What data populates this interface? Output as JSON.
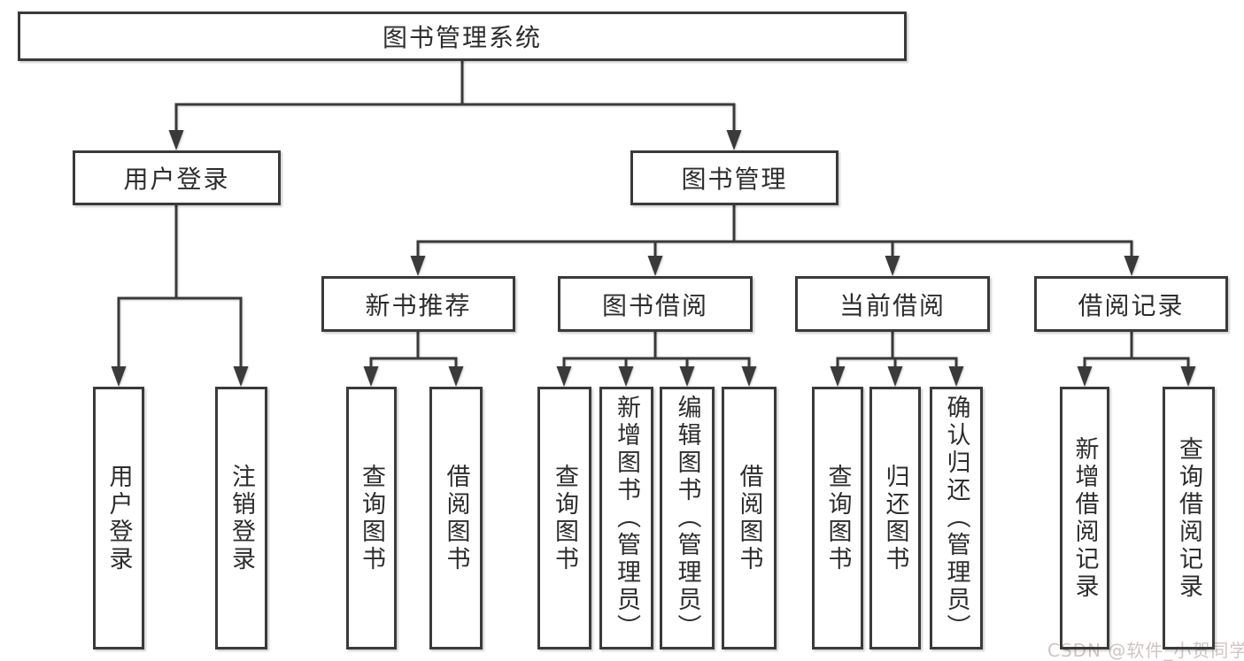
{
  "title": "图书管理系统",
  "nodes": {
    "root": "图书管理系统",
    "user_login": "用户登录",
    "book_mgmt": "图书管理",
    "new_book_rec": "新书推荐",
    "book_borrow": "图书借阅",
    "current_borrow": "当前借阅",
    "borrow_record": "借阅记录",
    "ul_login": "用户登录",
    "ul_logout": "注销登录",
    "nb_query": "查询图书",
    "nb_borrow": "借阅图书",
    "bb_query": "查询图书",
    "bb_add": "新增图书（管理员）",
    "bb_edit": "编辑图书（管理员）",
    "bb_borrow": "借阅图书",
    "cb_query": "查询图书",
    "cb_return": "归还图书",
    "cb_confirm": "确认归还（管理员）",
    "br_add": "新增借阅记录",
    "br_query": "查询借阅记录"
  },
  "hierarchy": {
    "图书管理系统": {
      "用户登录": [
        "用户登录",
        "注销登录"
      ],
      "图书管理": {
        "新书推荐": [
          "查询图书",
          "借阅图书"
        ],
        "图书借阅": [
          "查询图书",
          "新增图书（管理员）",
          "编辑图书（管理员）",
          "借阅图书"
        ],
        "当前借阅": [
          "查询图书",
          "归还图书",
          "确认归还（管理员）"
        ],
        "借阅记录": [
          "新增借阅记录",
          "查询借阅记录"
        ]
      }
    }
  },
  "watermark": "CSDN @软件_小贺同学",
  "colors": {
    "line": "#3a3a3a",
    "text": "#2d2d2d",
    "watermark": "#d2c3c3",
    "background": "#ffffff"
  }
}
